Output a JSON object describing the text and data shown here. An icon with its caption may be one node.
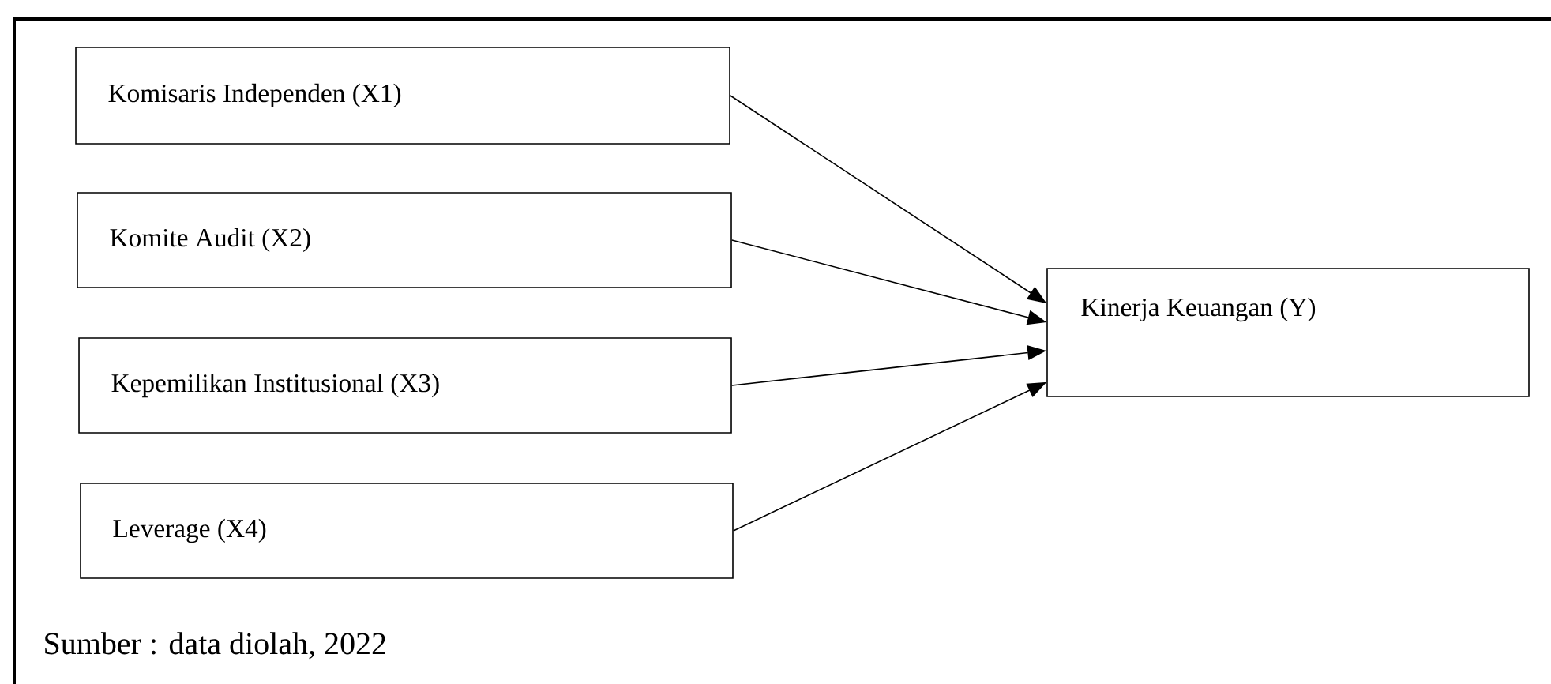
{
  "diagram": {
    "caption": "Sumber : data diolah, 2022",
    "nodes": [
      {
        "text": [
          "Komisaris Independen (X1)"
        ]
      },
      {
        "text": [
          "Komite Audit (X2)"
        ]
      },
      {
        "text": [
          "Kepemilikan Institusional (X3)"
        ]
      },
      {
        "text": [
          "Leverage (X4)"
        ]
      },
      {
        "text": [
          "Kinerja Keuangan (Y)"
        ]
      }
    ],
    "edges": [
      {
        "from": 0,
        "to": 4,
        "arrow": "to"
      },
      {
        "from": 1,
        "to": 4,
        "arrow": "to"
      },
      {
        "from": 2,
        "to": 4,
        "arrow": "to"
      },
      {
        "from": 3,
        "to": 4,
        "arrow": "to"
      }
    ]
  }
}
